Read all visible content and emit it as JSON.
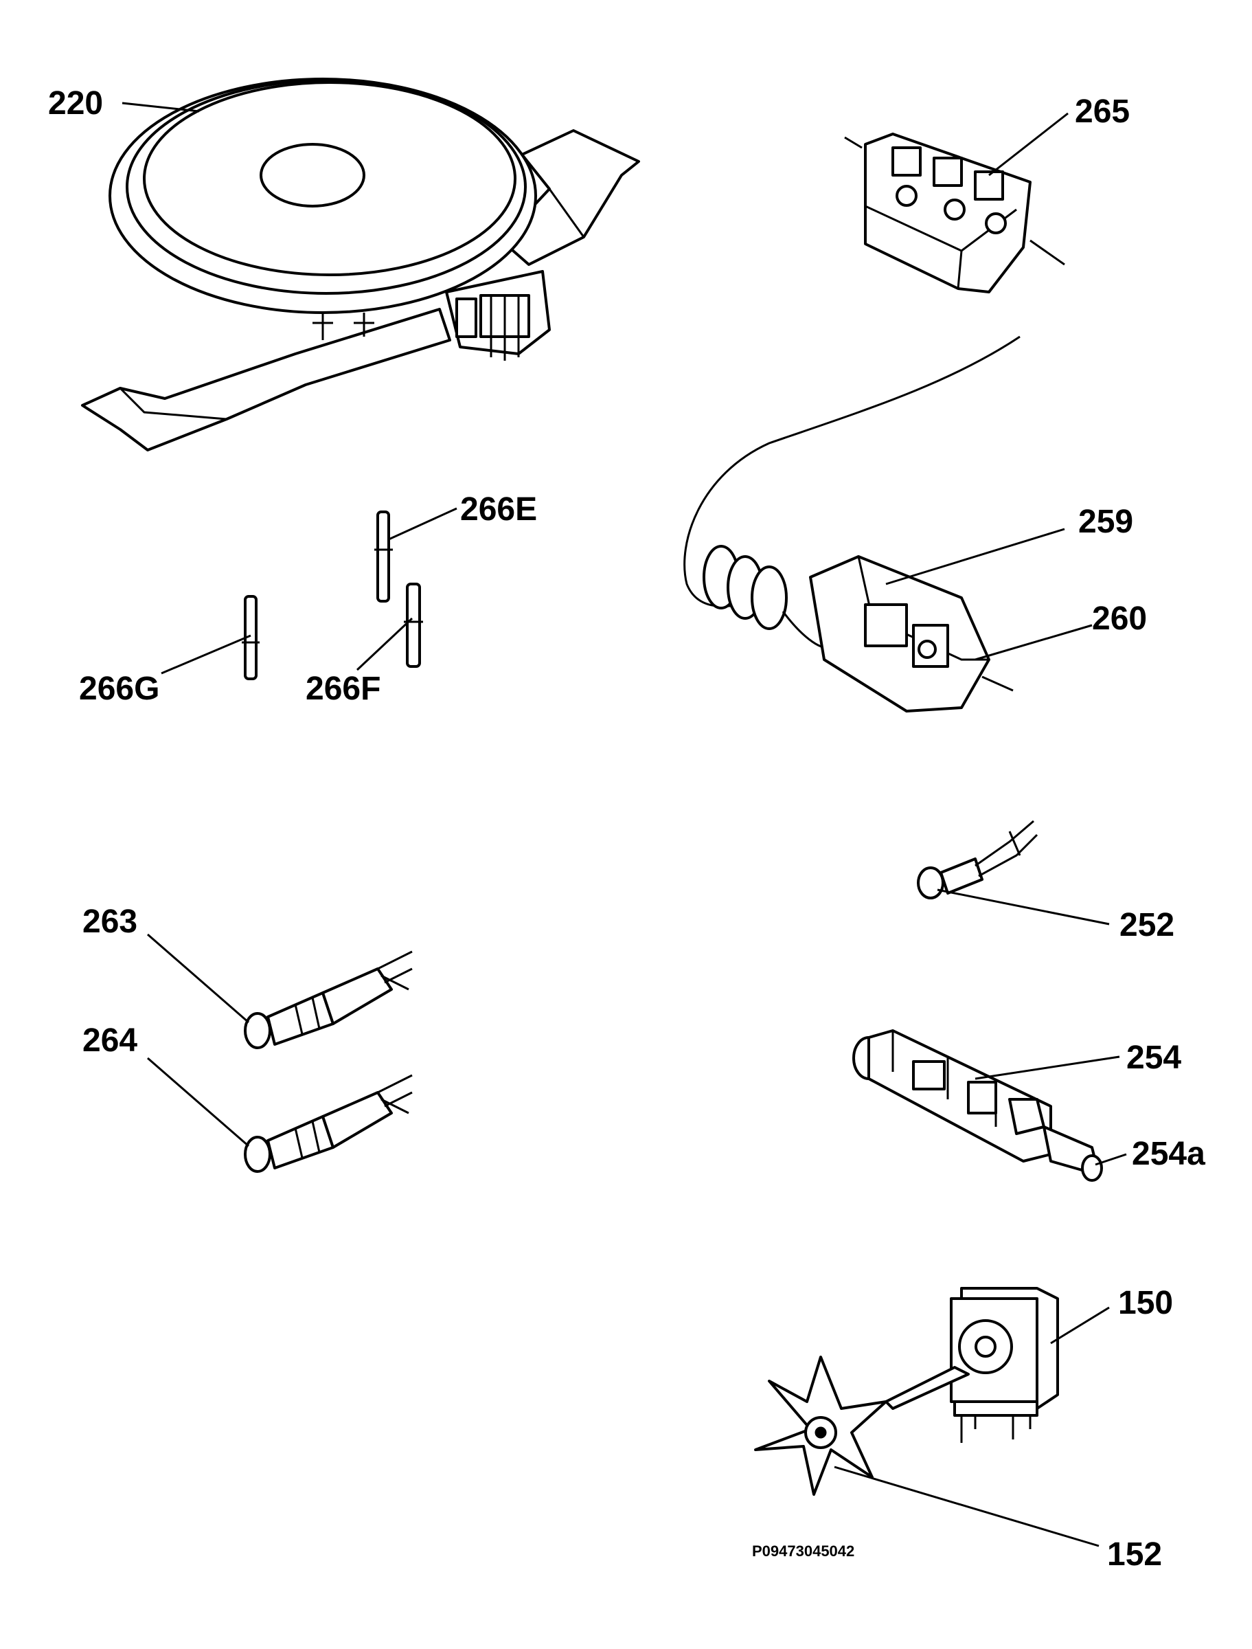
{
  "drawing_number": "P09473045042",
  "labels": {
    "l220": "220",
    "l265": "265",
    "l266E": "266E",
    "l266G": "266G",
    "l266F": "266F",
    "l259": "259",
    "l260": "260",
    "l252": "252",
    "l263": "263",
    "l264": "264",
    "l254": "254",
    "l254a": "254a",
    "l150": "150",
    "l152": "152"
  }
}
